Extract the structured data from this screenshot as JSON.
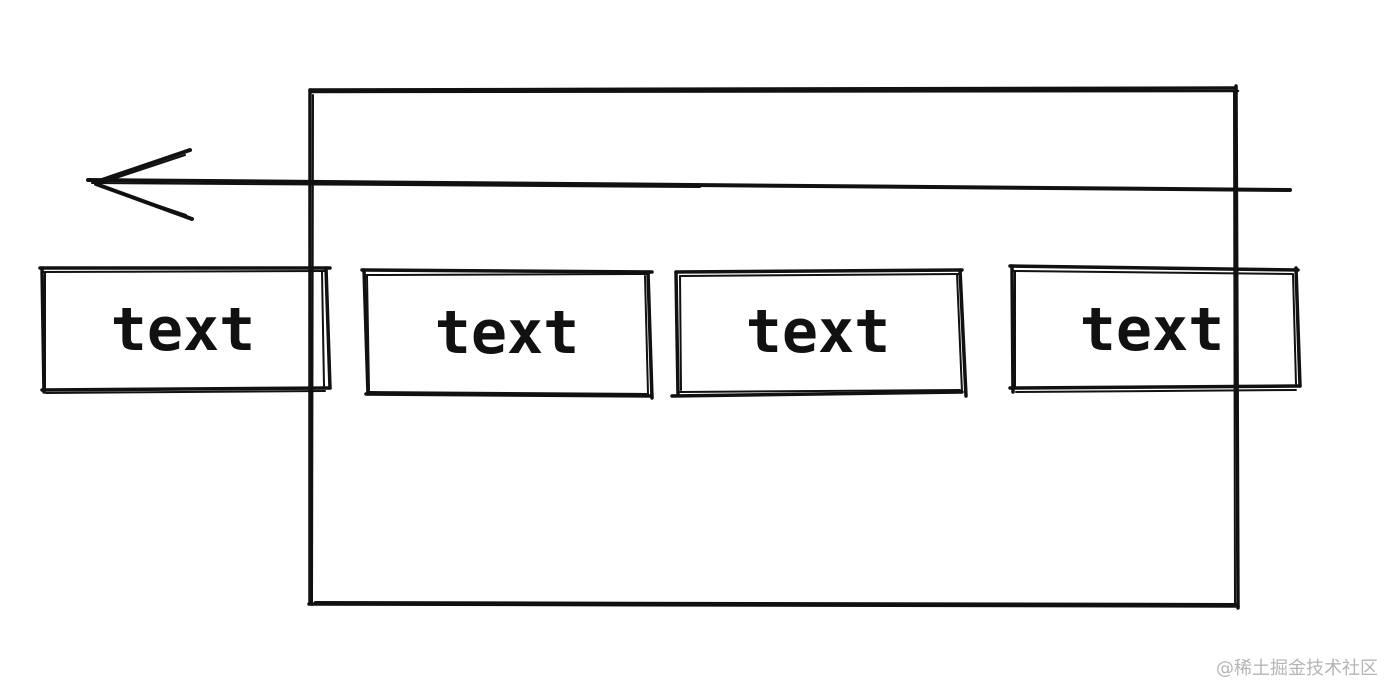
{
  "diagram": {
    "description": "Hand-drawn marquee scrolling diagram",
    "stroke_color": "#111111",
    "background": "#ffffff",
    "viewport": {
      "label": ""
    },
    "arrow": {
      "direction": "left"
    },
    "items": [
      {
        "label": "text"
      },
      {
        "label": "text"
      },
      {
        "label": "text"
      },
      {
        "label": "text"
      }
    ]
  },
  "watermark": "@稀土掘金技术社区"
}
